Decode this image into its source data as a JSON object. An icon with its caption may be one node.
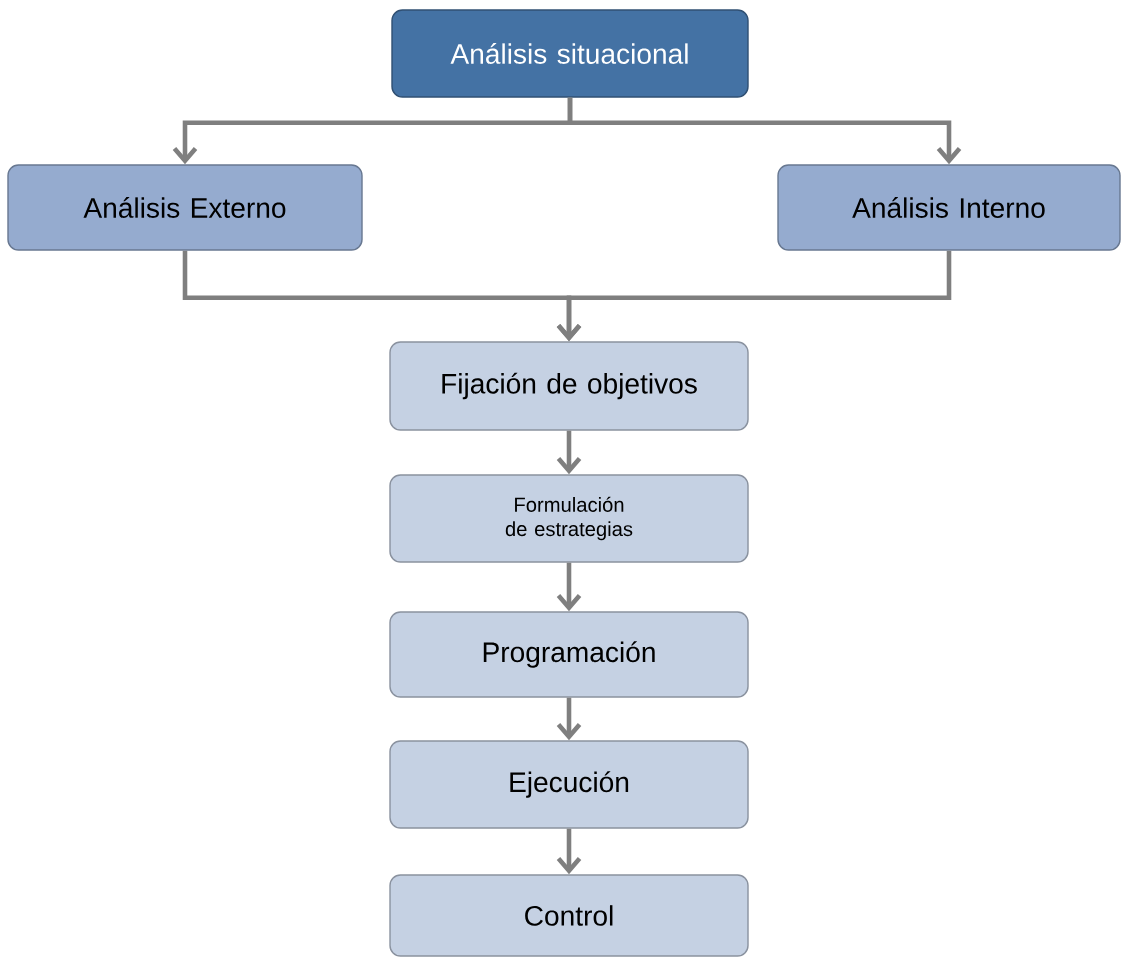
{
  "diagram": {
    "nodes": [
      {
        "text": [
          "Análisis situacional"
        ]
      },
      {
        "text": [
          "Análisis Externo"
        ]
      },
      {
        "text": [
          "Análisis Interno"
        ]
      },
      {
        "text": [
          "Fijación de objetivos"
        ]
      },
      {
        "text": [
          "Formulación de estrategias"
        ]
      },
      {
        "text": [
          "Programación"
        ]
      },
      {
        "text": [
          "Ejecución"
        ]
      },
      {
        "text": [
          "Control"
        ]
      }
    ],
    "edges": [
      {
        "from": 0,
        "to": 1,
        "arrow": "to"
      },
      {
        "from": 0,
        "to": 2,
        "arrow": "to"
      },
      {
        "from": 1,
        "to": 3,
        "arrow": "to"
      },
      {
        "from": 2,
        "to": 3,
        "arrow": "to"
      },
      {
        "from": 3,
        "to": 4,
        "arrow": "to"
      },
      {
        "from": 4,
        "to": 5,
        "arrow": "to"
      },
      {
        "from": 5,
        "to": 6,
        "arrow": "to"
      },
      {
        "from": 6,
        "to": 7,
        "arrow": "to"
      }
    ]
  }
}
